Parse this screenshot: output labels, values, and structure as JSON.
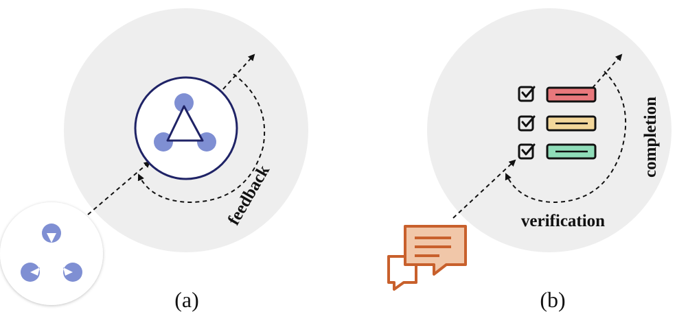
{
  "panel_a": {
    "caption": "(a)",
    "label": "feedback"
  },
  "panel_b": {
    "caption": "(b)",
    "label_verification": "verification",
    "label_completion": "completion",
    "checklist": [
      {
        "bar_fill": "#e8787c"
      },
      {
        "bar_fill": "#f3d79a"
      },
      {
        "bar_fill": "#8fdcb8"
      }
    ]
  },
  "colors": {
    "background_disc": "#eeeeee",
    "navy": "#1f2366",
    "blob_blue": "#7f8fd3",
    "chat_orange": "#c8602c",
    "chat_fill": "#f1c7a9",
    "stroke": "#111111"
  }
}
